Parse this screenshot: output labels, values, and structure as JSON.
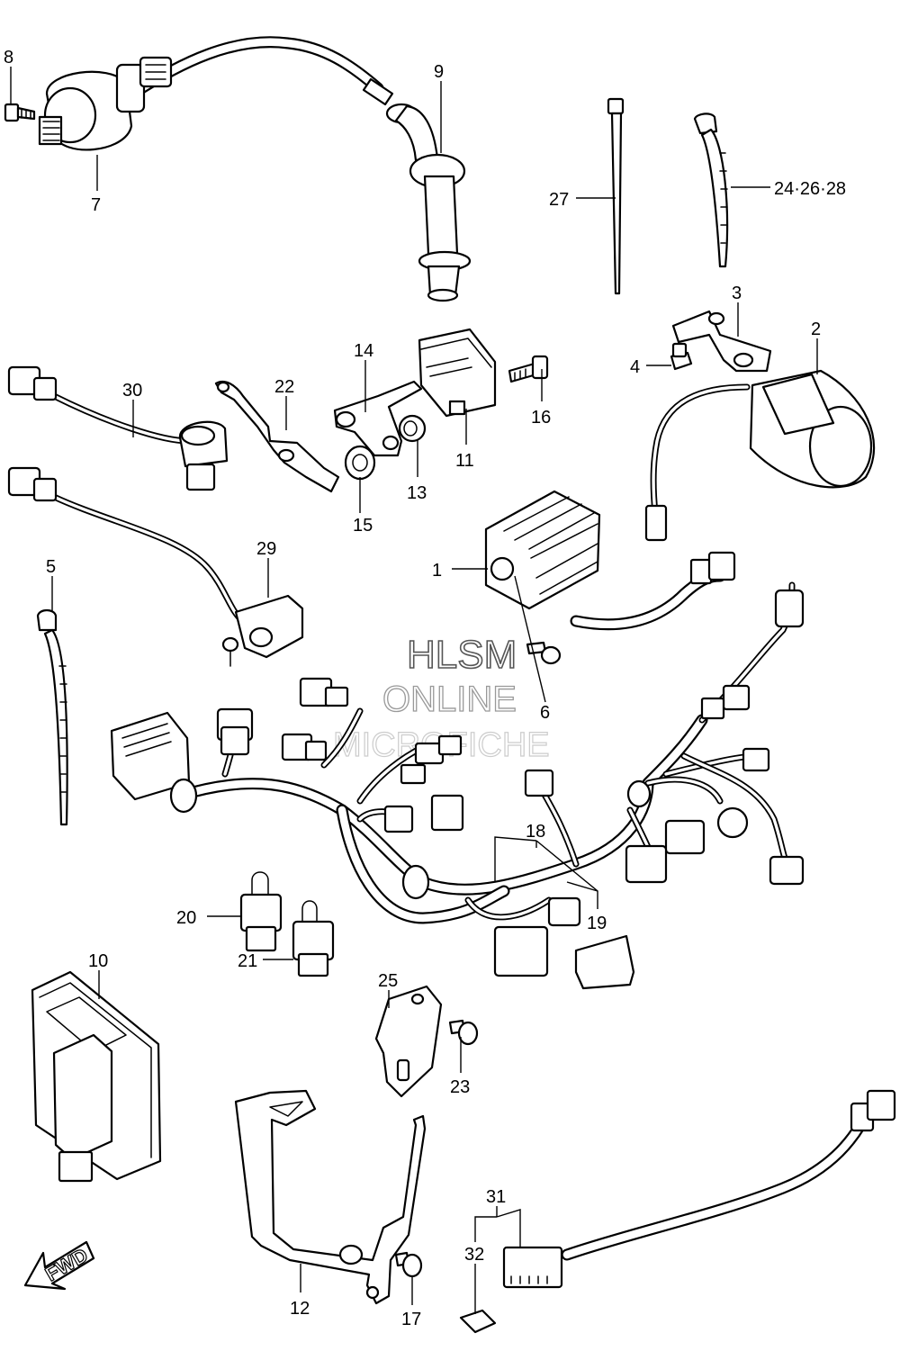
{
  "diagram": {
    "callouts": [
      "8",
      "9",
      "7",
      "27",
      "24·26·28",
      "3",
      "2",
      "4",
      "30",
      "22",
      "14",
      "16",
      "11",
      "13",
      "15",
      "29",
      "5",
      "1",
      "6",
      "18",
      "19",
      "20",
      "21",
      "10",
      "25",
      "23",
      "31",
      "32",
      "12",
      "17"
    ],
    "watermark": [
      "HLSM",
      "ONLINE",
      "MICROFICHE"
    ],
    "fwd_label": "FWD"
  }
}
